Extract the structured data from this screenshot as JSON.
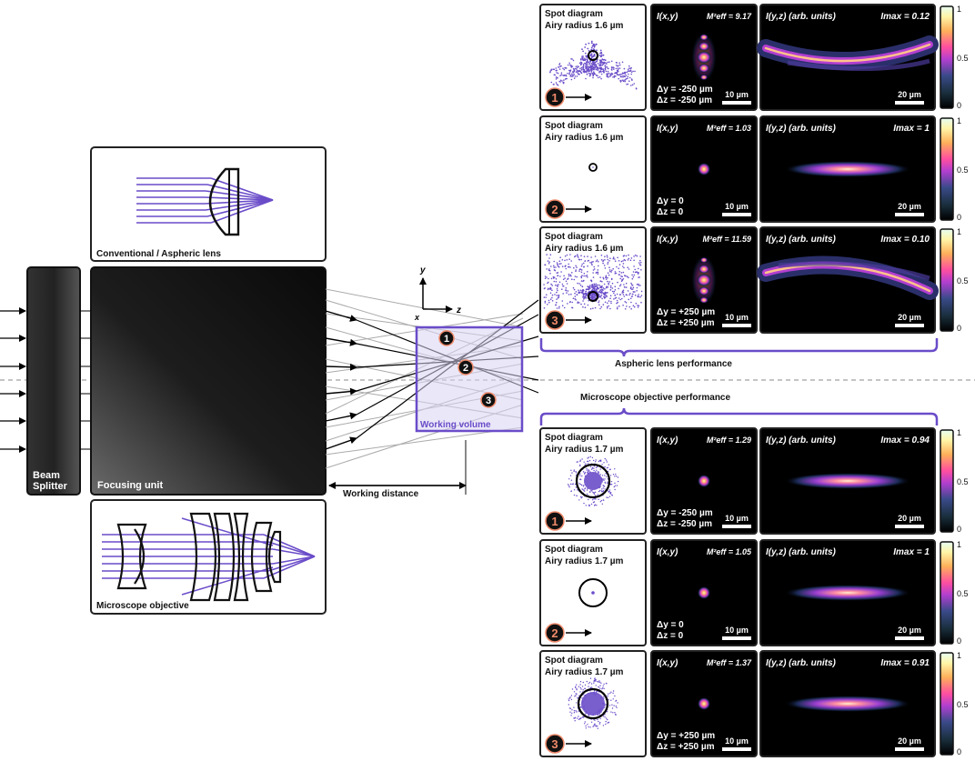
{
  "left": {
    "beam_splitter_label": "Beam\nSplitter",
    "focusing_unit_label": "Focusing unit",
    "aspheric_inset_label": "Conventional / Aspheric lens",
    "objective_inset_label": "Microscope objective",
    "working_volume_label": "Working volume",
    "working_distance_label": "Working distance",
    "axis_y": "y",
    "axis_z": "z",
    "axis_x": "x",
    "points": [
      "1",
      "2",
      "3"
    ]
  },
  "sections": {
    "aspheric_caption": "Aspheric lens performance",
    "objective_caption": "Microscope objective performance"
  },
  "headers": {
    "spot_line1": "Spot diagram",
    "ixy": "I(x,y)",
    "iyz": "I(y,z) (arb. units)",
    "scale_xy": "10 µm",
    "scale_yz": "20 µm"
  },
  "colorbar_ticks": [
    "1",
    "0.5",
    "0"
  ],
  "rows": [
    {
      "group": "aspheric",
      "index": "1",
      "airy": "Airy radius 1.6 µm",
      "m2": "M²eff = 9.17",
      "imax": "Imax = 0.12",
      "dy": "Δy = -250 µm",
      "dz": "Δz = -250 µm",
      "spot": "aspheric-neg",
      "xy": "aspheric-neg",
      "yz": "aspheric-neg"
    },
    {
      "group": "aspheric",
      "index": "2",
      "airy": "Airy radius 1.6 µm",
      "m2": "M²eff = 1.03",
      "imax": "Imax = 1",
      "dy": "Δy = 0",
      "dz": "Δz = 0",
      "spot": "point",
      "xy": "center",
      "yz": "center"
    },
    {
      "group": "aspheric",
      "index": "3",
      "airy": "Airy radius 1.6 µm",
      "m2": "M²eff = 11.59",
      "imax": "Imax = 0.10",
      "dy": "Δy = +250 µm",
      "dz": "Δz = +250 µm",
      "spot": "aspheric-pos",
      "xy": "aspheric-pos",
      "yz": "aspheric-pos"
    },
    {
      "group": "objective",
      "index": "1",
      "airy": "Airy radius 1.7 µm",
      "m2": "M²eff = 1.29",
      "imax": "Imax = 0.94",
      "dy": "Δy = -250 µm",
      "dz": "Δz = -250 µm",
      "spot": "obj-blob-small",
      "xy": "center",
      "yz": "center"
    },
    {
      "group": "objective",
      "index": "2",
      "airy": "Airy radius 1.7 µm",
      "m2": "M²eff = 1.05",
      "imax": "Imax = 1",
      "dy": "Δy = 0",
      "dz": "Δz = 0",
      "spot": "obj-point",
      "xy": "center",
      "yz": "center"
    },
    {
      "group": "objective",
      "index": "3",
      "airy": "Airy radius 1.7 µm",
      "m2": "M²eff = 1.37",
      "imax": "Imax = 0.91",
      "dy": "Δy = +250 µm",
      "dz": "Δz = +250 µm",
      "spot": "obj-blob-large",
      "xy": "center",
      "yz": "center"
    }
  ],
  "colors": {
    "accent": "#6a4cc9",
    "marker": "#ef8a6a",
    "panel_border": "#222222"
  }
}
